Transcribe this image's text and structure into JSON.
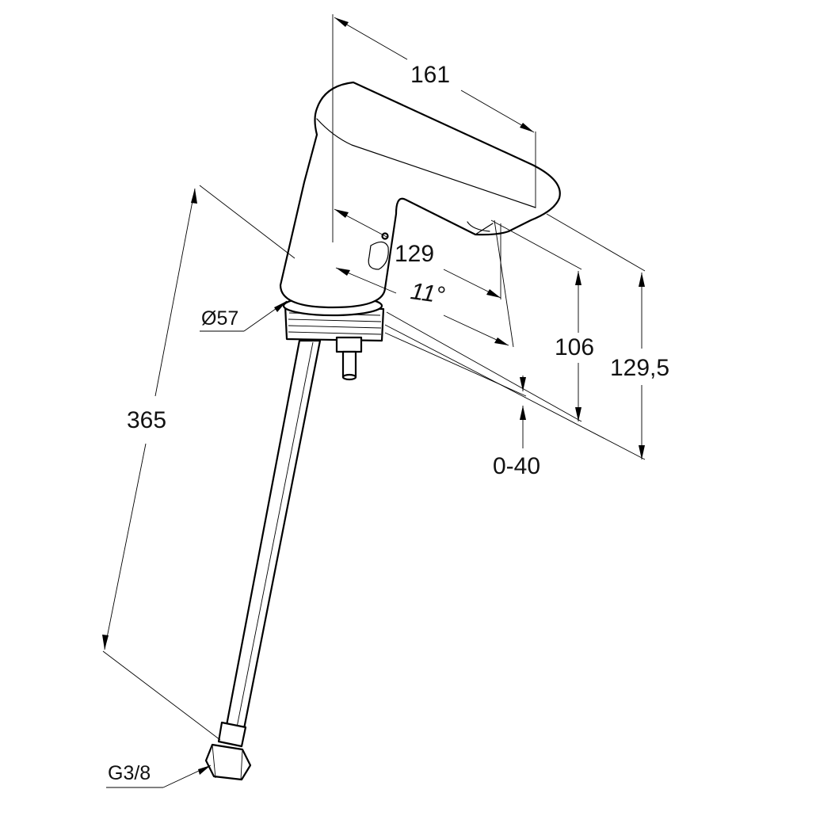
{
  "dimensions": {
    "length": "161",
    "projection": "129",
    "angle": "11°",
    "spout_height": "106",
    "total_height": "129,5",
    "deck_range": "0-40",
    "hose_length": "365",
    "base_diameter": "Ø57",
    "connection": "G3/8"
  }
}
